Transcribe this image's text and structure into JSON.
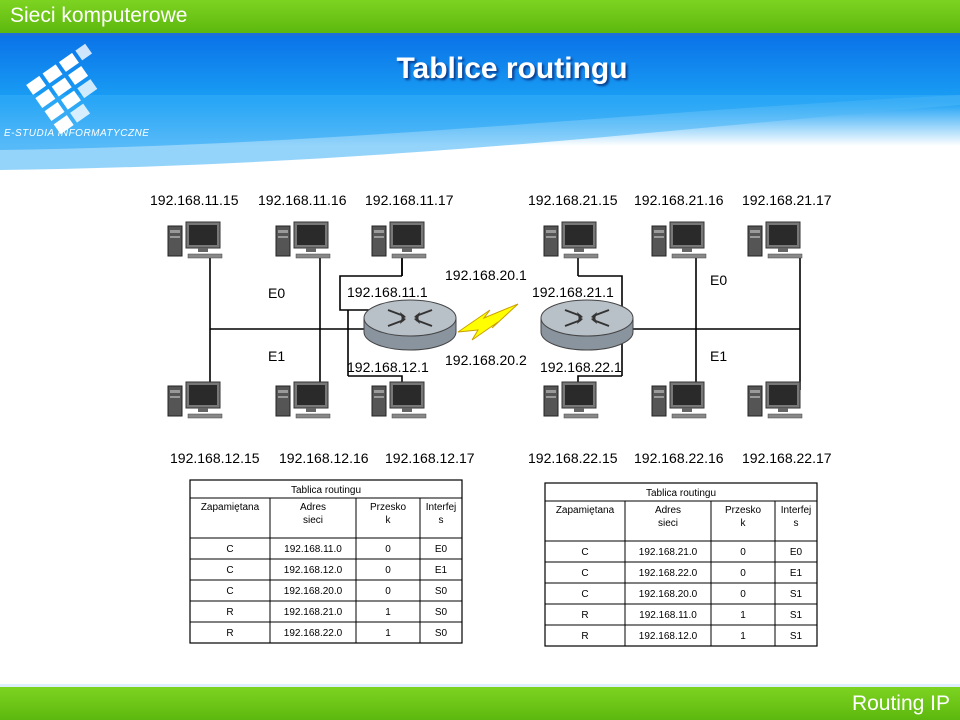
{
  "header": {
    "course": "Sieci komputerowe",
    "title": "Tablice routingu",
    "logo_text": "E-STUDIA INFORMATYCZNE"
  },
  "footer": {
    "topic": "Routing IP"
  },
  "network": {
    "left": {
      "hosts_top": [
        "192.168.11.15",
        "192.168.11.16",
        "192.168.11.17"
      ],
      "hosts_bottom": [
        "192.168.12.15",
        "192.168.12.16",
        "192.168.12.17"
      ],
      "e0": "E0",
      "e1": "E1",
      "router_ip_top": "192.168.11.1",
      "router_ip_bottom": "192.168.12.1"
    },
    "right": {
      "hosts_top": [
        "192.168.21.15",
        "192.168.21.16",
        "192.168.21.17"
      ],
      "hosts_bottom": [
        "192.168.22.15",
        "192.168.22.16",
        "192.168.22.17"
      ],
      "e0": "E0",
      "e1": "E1",
      "router_ip_top": "192.168.21.1",
      "router_ip_bottom": "192.168.22.1"
    },
    "link_ip_top": "192.168.20.1",
    "link_ip_bottom": "192.168.20.2"
  },
  "tables": {
    "left": {
      "title": "Tablica routingu",
      "headers": [
        "Zapamiętana",
        "Adres sieci",
        "Przesko k",
        "Interfej s"
      ],
      "rows": [
        [
          "C",
          "192.168.11.0",
          "0",
          "E0"
        ],
        [
          "C",
          "192.168.12.0",
          "0",
          "E1"
        ],
        [
          "C",
          "192.168.20.0",
          "0",
          "S0"
        ],
        [
          "R",
          "192.168.21.0",
          "1",
          "S0"
        ],
        [
          "R",
          "192.168.22.0",
          "1",
          "S0"
        ]
      ]
    },
    "right": {
      "title": "Tablica routingu",
      "headers": [
        "Zapamiętana",
        "Adres sieci",
        "Przesko k",
        "Interfej s"
      ],
      "rows": [
        [
          "C",
          "192.168.21.0",
          "0",
          "E0"
        ],
        [
          "C",
          "192.168.22.0",
          "0",
          "E1"
        ],
        [
          "C",
          "192.168.20.0",
          "0",
          "S1"
        ],
        [
          "R",
          "192.168.11.0",
          "1",
          "S1"
        ],
        [
          "R",
          "192.168.12.0",
          "1",
          "S1"
        ]
      ]
    }
  }
}
